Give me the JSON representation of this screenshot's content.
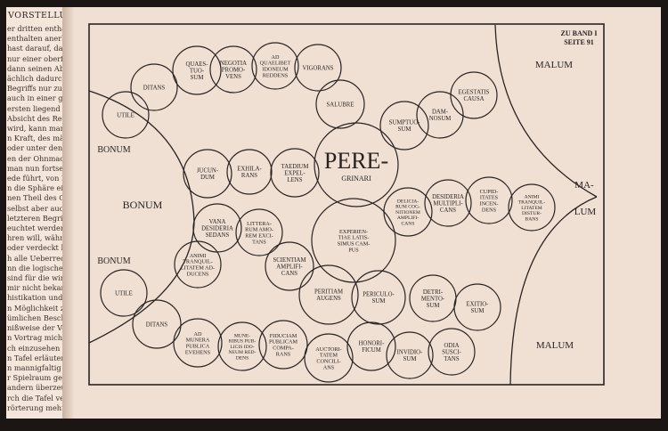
{
  "left_page": {
    "header": "VORSTELLUNG",
    "lines": [
      "er dritten enthalte",
      "enthalten anerke",
      "hast darauf, daß",
      "nur einer oberfl",
      "dann seinen Ab",
      "ächlich dadurch,",
      "Begriffs nur zum T",
      "auch in einer gan",
      "ersten liegend ang",
      "Absicht des Rede",
      "wird, kann man d",
      "n Kraft, des mäch",
      "oder unter den Be",
      "en der Ohnmacht,",
      "man nun fortse",
      "ede führt, von Ne",
      "n die Sphäre eines",
      "nen Theil des Ge",
      "selbst aber auch",
      "letzteren Begriffss",
      "euchtet werden,",
      "hren will, während",
      "oder verdeckt hält.",
      "h alle Ueberredu",
      "nn die logischen,",
      "sind für die wirk",
      "mir nicht bekann",
      "histikation und Ue",
      "n Möglichkeit zur",
      "ümlichen Beschaf",
      "nißweise der Vern",
      "n Vortrag mich da",
      "ch einzusehen ist,",
      "n Tafel erläutern,",
      "n mannigfaltig in",
      "r Spielraum geben",
      "andern überzeug",
      "rch die Tafel ver",
      "rörterung mehr W"
    ]
  },
  "diagram": {
    "page_ref": [
      "ZU BAND I",
      "SEITE 91"
    ],
    "regions": {
      "malum_top": "MALUM",
      "malum_right": [
        "MA-",
        "LUM"
      ],
      "malum_bottom": "MALUM",
      "bonum_top": "BONUM",
      "bonum_center": "BONUM",
      "bonum_bottom": "BONUM"
    },
    "nodes": [
      {
        "id": "utile-top",
        "lines": [
          "UTILE"
        ]
      },
      {
        "id": "ditans-top",
        "lines": [
          "DITANS"
        ]
      },
      {
        "id": "quaestuosum",
        "lines": [
          "QUAES-",
          "TUO-",
          "SUM"
        ]
      },
      {
        "id": "negotia",
        "lines": [
          "NEGOTIA",
          "PROMO-",
          "VENS"
        ]
      },
      {
        "id": "ad-quaelibet",
        "lines": [
          "AD",
          "QUAELIBET",
          "IDONEUM",
          "REDDENS"
        ]
      },
      {
        "id": "vigorans",
        "lines": [
          "VIGORANS"
        ]
      },
      {
        "id": "salubre",
        "lines": [
          "SALUBRE"
        ]
      },
      {
        "id": "peregrinari",
        "lines": [
          "PERE-",
          "GRINARI"
        ]
      },
      {
        "id": "jucundum",
        "lines": [
          "JUCUN-",
          "DUM"
        ]
      },
      {
        "id": "exhilarans",
        "lines": [
          "EXHILA-",
          "RANS"
        ]
      },
      {
        "id": "taedium",
        "lines": [
          "TAEDIUM",
          "EXPEL-",
          "LENS"
        ]
      },
      {
        "id": "sumptuosum",
        "lines": [
          "SUMPTUO-",
          "SUM"
        ]
      },
      {
        "id": "damnosum",
        "lines": [
          "DAM-",
          "NOSUM"
        ]
      },
      {
        "id": "egestatis",
        "lines": [
          "EGESTATIS",
          "CAUSA"
        ]
      },
      {
        "id": "experientiae",
        "lines": [
          "EXPERIEN-",
          "TIAE LATIS-",
          "SIMUS CAM-",
          "PUS"
        ]
      },
      {
        "id": "deliciarum",
        "lines": [
          "DELICIA-",
          "RUM COG-",
          "NITIONEM",
          "AMPLIFI-",
          "CANS"
        ]
      },
      {
        "id": "desideria",
        "lines": [
          "DESIDERIA",
          "MULTIPLI-",
          "CANS"
        ]
      },
      {
        "id": "cupiditates",
        "lines": [
          "CUPID-",
          "ITATES",
          "INCEN-",
          "DENS"
        ]
      },
      {
        "id": "animi-disturbans",
        "lines": [
          "ANIMI",
          "TRANQUIL-",
          "LITATEM",
          "DISTUR-",
          "BANS"
        ]
      },
      {
        "id": "vana-desideria",
        "lines": [
          "VANA",
          "DESIDERIA",
          "SEDANS"
        ]
      },
      {
        "id": "litterarum",
        "lines": [
          "LITTERA-",
          "RUM AMO-",
          "REM EXCI-",
          "TANS"
        ]
      },
      {
        "id": "scientiam",
        "lines": [
          "SCIENTIAM",
          "AMPLIFI-",
          "CANS"
        ]
      },
      {
        "id": "animi-adducens",
        "lines": [
          "ANIMI",
          "TRANQUIL-",
          "LITATEM AD-",
          "DUCENS"
        ]
      },
      {
        "id": "peritiam",
        "lines": [
          "PERITIAM",
          "AUGENS"
        ]
      },
      {
        "id": "periculosum",
        "lines": [
          "PERICULO-",
          "SUM"
        ]
      },
      {
        "id": "detrimentosum",
        "lines": [
          "DETRI-",
          "MENTO-",
          "SUM"
        ]
      },
      {
        "id": "exitiosum",
        "lines": [
          "EXITIO-",
          "SUM"
        ]
      },
      {
        "id": "utile-bottom",
        "lines": [
          "UTILE"
        ]
      },
      {
        "id": "ditans-bottom",
        "lines": [
          "DITANS"
        ]
      },
      {
        "id": "ad-munera",
        "lines": [
          "AD",
          "MUNERA",
          "PUBLICA",
          "EVEHENS"
        ]
      },
      {
        "id": "muneribus",
        "lines": [
          "MUNE-",
          "RIBUS PUB-",
          "LICIS IDO-",
          "NEUM RED-",
          "DENS"
        ]
      },
      {
        "id": "fiduciam",
        "lines": [
          "FIDUCIAM",
          "PUBLICAM",
          "COMPA-",
          "RANS"
        ]
      },
      {
        "id": "auctoritatem",
        "lines": [
          "AUCTORI-",
          "TATEM",
          "CONCILI-",
          "ANS"
        ]
      },
      {
        "id": "honorificum",
        "lines": [
          "HONORI-",
          "FICUM"
        ]
      },
      {
        "id": "invidiosum",
        "lines": [
          "INVIDIO-",
          "SUM"
        ]
      },
      {
        "id": "odia",
        "lines": [
          "ODIA",
          "SUSCI-",
          "TANS"
        ]
      }
    ]
  },
  "colors": {
    "paper": "#efe0d3",
    "ink": "#2b2220"
  }
}
